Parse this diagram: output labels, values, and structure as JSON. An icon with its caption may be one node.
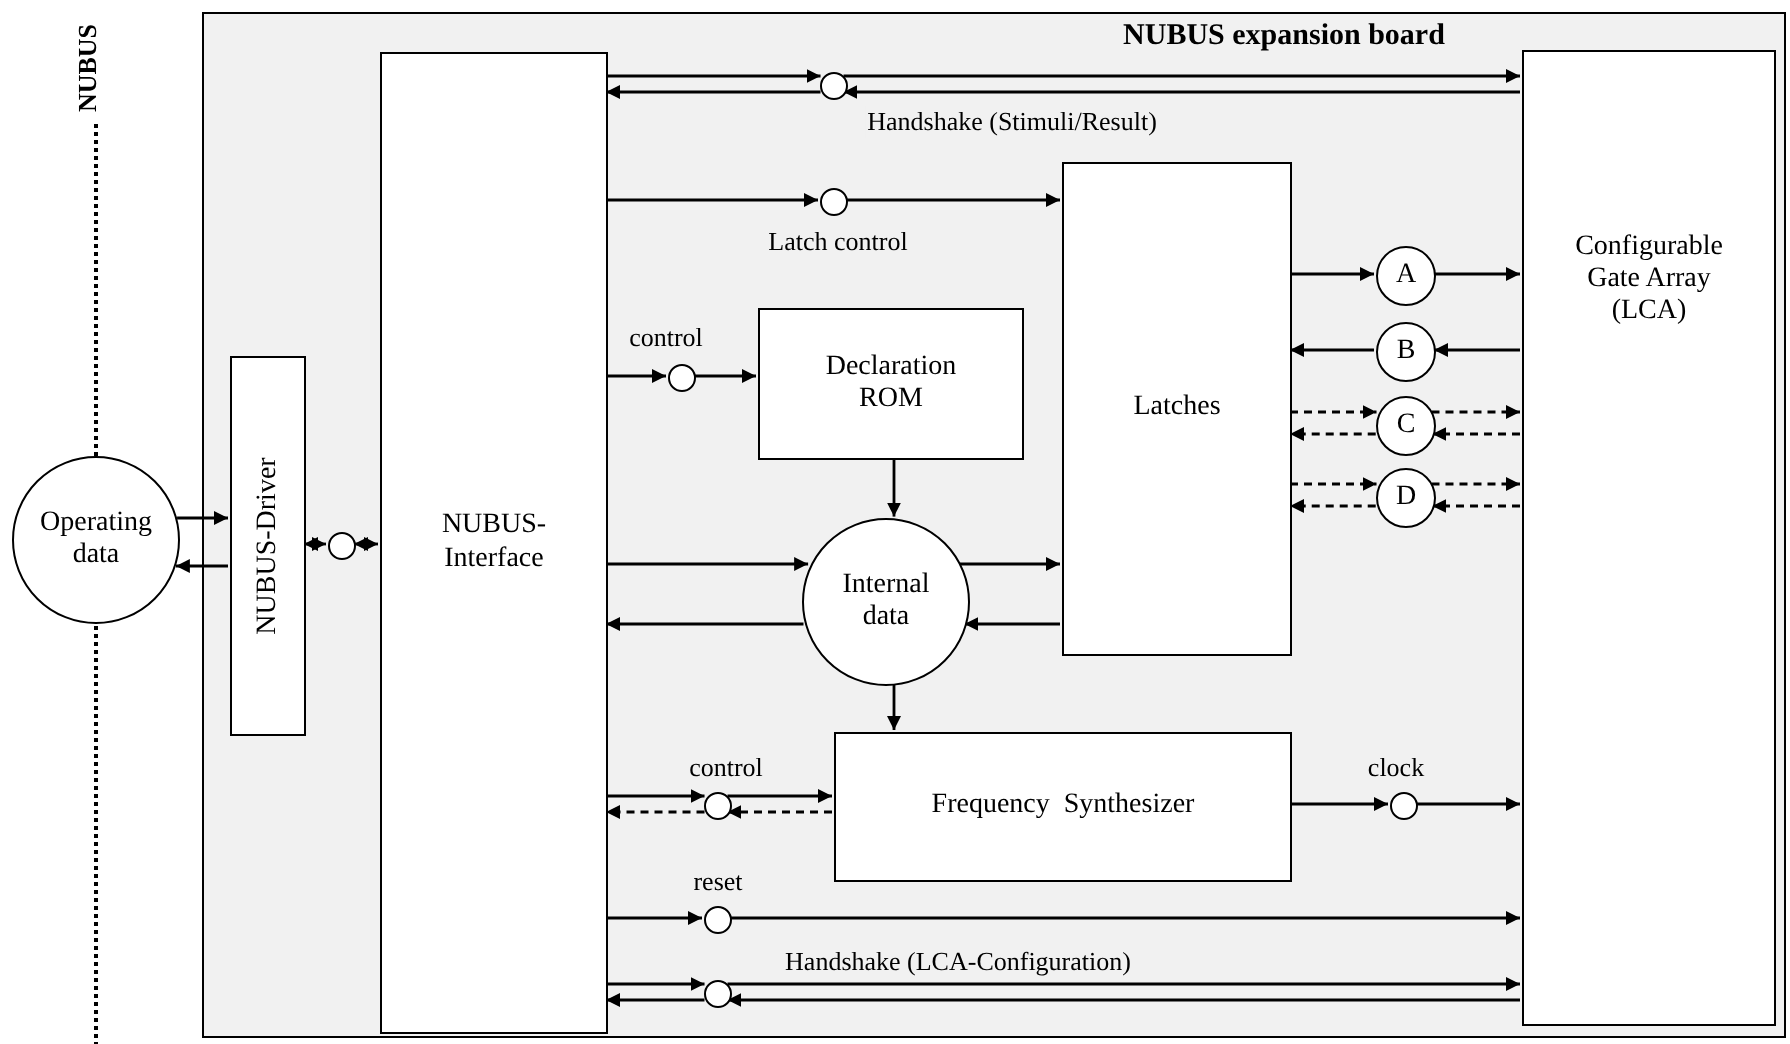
{
  "diagram": {
    "nodes": [
      {
        "text": [
          "NUBUS expansion board"
        ]
      },
      {
        "text": [
          "Operating data"
        ]
      },
      {
        "text": [
          "NUBUS-Driver"
        ],
        "in": 0
      },
      {
        "text": [],
        "shape": "circle",
        "in": 0
      },
      {
        "text": [
          "NUBUS-Interface"
        ],
        "in": 0
      },
      {
        "text": [],
        "shape": "circle",
        "in": 0,
        "beside": [
          "Handshake (Stimuli/Result)"
        ]
      },
      {
        "text": [],
        "shape": "circle",
        "in": 0,
        "beside": [
          "Latch control"
        ]
      },
      {
        "text": [],
        "shape": "circle",
        "in": 0,
        "beside": [
          "control"
        ]
      },
      {
        "text": [
          "Declaration ROM"
        ],
        "in": 0
      },
      {
        "text": [
          "Latches"
        ],
        "in": 0
      },
      {
        "text": [
          "A"
        ],
        "in": 0
      },
      {
        "text": [
          "B"
        ],
        "in": 0
      },
      {
        "text": [
          "C"
        ],
        "in": 0
      },
      {
        "text": [
          "D"
        ],
        "in": 0
      },
      {
        "text": [
          "Internal data"
        ],
        "in": 0
      },
      {
        "text": [],
        "shape": "circle",
        "in": 0,
        "beside": [
          "control"
        ]
      },
      {
        "text": [
          "Frequency  Synthesizer"
        ],
        "in": 0
      },
      {
        "text": [],
        "shape": "circle",
        "in": 0,
        "beside": [
          "clock"
        ]
      },
      {
        "text": [],
        "shape": "circle",
        "in": 0,
        "beside": [
          "reset"
        ]
      },
      {
        "text": [],
        "shape": "circle",
        "in": 0,
        "beside": [
          "Handshake (LCA-Configuration)"
        ]
      },
      {
        "text": [
          "Configurable Gate Array (LCA)"
        ],
        "in": 0
      }
    ],
    "edges": [
      {
        "from": 1,
        "to": 2,
        "arrow": "to"
      },
      {
        "from": 2,
        "to": 1,
        "arrow": "to"
      },
      {
        "from": 2,
        "to": 3,
        "arrow": "both"
      },
      {
        "from": 3,
        "to": 4,
        "arrow": "both"
      },
      {
        "from": 4,
        "to": 5,
        "arrow": "to"
      },
      {
        "from": 5,
        "to": 20,
        "arrow": "to"
      },
      {
        "from": 20,
        "to": 5,
        "arrow": "to"
      },
      {
        "from": 5,
        "to": 4,
        "arrow": "to"
      },
      {
        "from": 4,
        "to": 6,
        "arrow": "to"
      },
      {
        "from": 6,
        "to": 9,
        "arrow": "to"
      },
      {
        "from": 4,
        "to": 7,
        "arrow": "to"
      },
      {
        "from": 7,
        "to": 8,
        "arrow": "to"
      },
      {
        "from": 8,
        "to": 14,
        "arrow": "to"
      },
      {
        "from": 4,
        "to": 14,
        "arrow": "to"
      },
      {
        "from": 14,
        "to": 4,
        "arrow": "to"
      },
      {
        "from": 14,
        "to": 9,
        "arrow": "to"
      },
      {
        "from": 9,
        "to": 14,
        "arrow": "to"
      },
      {
        "from": 9,
        "to": 10,
        "arrow": "to"
      },
      {
        "from": 10,
        "to": 20,
        "arrow": "to"
      },
      {
        "from": 20,
        "to": 11,
        "arrow": "to"
      },
      {
        "from": 11,
        "to": 9,
        "arrow": "to"
      },
      {
        "from": 9,
        "to": 12,
        "arrow": "to",
        "style": "dashed"
      },
      {
        "from": 12,
        "to": 20,
        "arrow": "to",
        "style": "dashed"
      },
      {
        "from": 20,
        "to": 12,
        "arrow": "to",
        "style": "dashed"
      },
      {
        "from": 12,
        "to": 9,
        "arrow": "to",
        "style": "dashed"
      },
      {
        "from": 9,
        "to": 13,
        "arrow": "to",
        "style": "dashed"
      },
      {
        "from": 13,
        "to": 20,
        "arrow": "to",
        "style": "dashed"
      },
      {
        "from": 20,
        "to": 13,
        "arrow": "to",
        "style": "dashed"
      },
      {
        "from": 13,
        "to": 9,
        "arrow": "to",
        "style": "dashed"
      },
      {
        "from": 14,
        "to": 16,
        "arrow": "to"
      },
      {
        "from": 4,
        "to": 15,
        "arrow": "to"
      },
      {
        "from": 15,
        "to": 16,
        "arrow": "to"
      },
      {
        "from": 16,
        "to": 15,
        "arrow": "to",
        "style": "dashed"
      },
      {
        "from": 15,
        "to": 4,
        "arrow": "to",
        "style": "dashed"
      },
      {
        "from": 16,
        "to": 17,
        "arrow": "to"
      },
      {
        "from": 17,
        "to": 20,
        "arrow": "to"
      },
      {
        "from": 4,
        "to": 18,
        "arrow": "to"
      },
      {
        "from": 18,
        "to": 20,
        "arrow": "to"
      },
      {
        "from": 4,
        "to": 19,
        "arrow": "to"
      },
      {
        "from": 19,
        "to": 20,
        "arrow": "to"
      },
      {
        "from": 20,
        "to": 19,
        "arrow": "to"
      },
      {
        "from": 19,
        "to": 4,
        "arrow": "to"
      }
    ],
    "labels": [
      "NUBUS"
    ]
  }
}
